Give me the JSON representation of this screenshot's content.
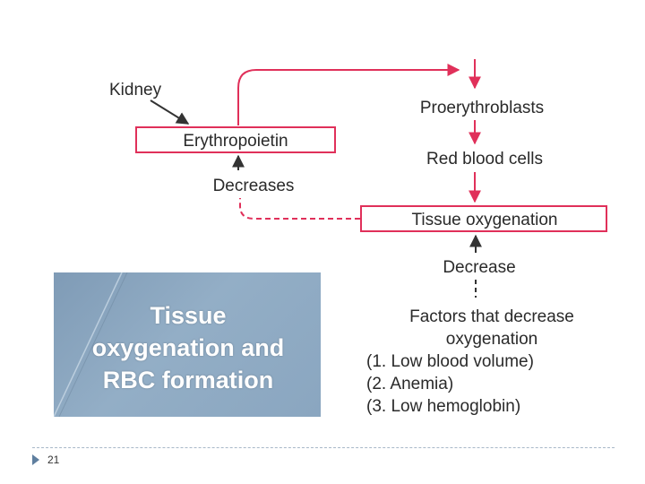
{
  "slide": {
    "page_number": "21",
    "callout_lines": [
      "Tissue",
      "oxygenation and",
      "RBC formation"
    ]
  },
  "diagram": {
    "line_color": "#e0305a",
    "text_color": "#2a2a2a",
    "nodes": {
      "kidney": "Kidney",
      "erythropoietin": "Erythropoietin",
      "decreases": "Decreases",
      "proerythroblasts": "Proerythroblasts",
      "red_blood_cells": "Red blood cells",
      "tissue_oxygenation": "Tissue oxygenation",
      "decrease": "Decrease"
    },
    "factors": {
      "heading_lines": [
        "Factors that decrease",
        "oxygenation"
      ],
      "items": [
        "(1. Low blood volume)",
        "(2. Anemia)",
        "(3. Low hemoglobin)"
      ]
    }
  }
}
